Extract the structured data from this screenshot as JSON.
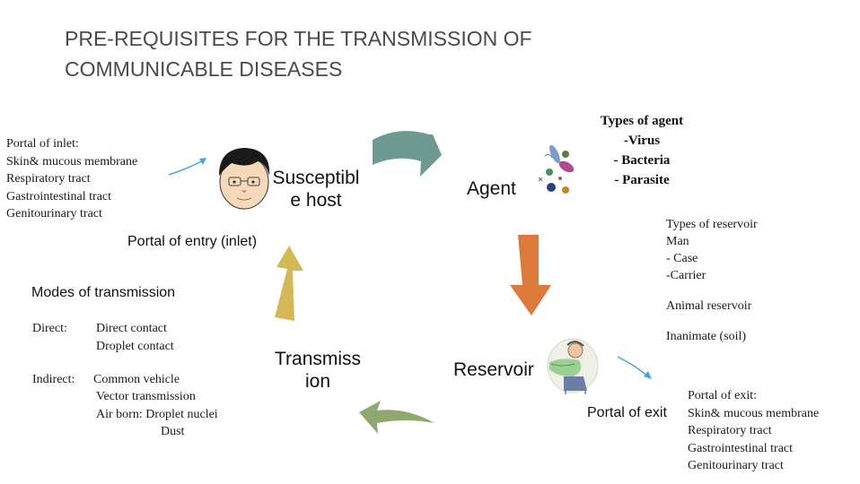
{
  "title": {
    "line1": "PRE-REQUISITES FOR THE TRANSMISSION OF",
    "line2": "COMMUNICABLE DISEASES"
  },
  "portal_inlet": {
    "heading": "Portal of inlet:",
    "items": [
      "Skin& mucous membrane",
      "Respiratory tract",
      "Gastrointestinal tract",
      "Genitourinary tract"
    ]
  },
  "nodes": {
    "host_line1": "Susceptibl",
    "host_line2": "e host",
    "agent": "Agent",
    "reservoir": "Reservoir",
    "transmission_line1": "Transmiss",
    "transmission_line2": "ion"
  },
  "agent_types": {
    "heading": "Types of agent",
    "items": [
      "-Virus",
      "- Bacteria",
      "- Parasite"
    ]
  },
  "reservoir_types": {
    "heading": "Types of reservoir",
    "items": [
      "Man",
      "- Case",
      "-Carrier"
    ],
    "animal": "Animal reservoir",
    "inanimate": "Inanimate (soil)"
  },
  "portal_entry": "Portal of entry (inlet)",
  "portal_exit_label": "Portal of exit",
  "portal_exit": {
    "heading": "Portal of exit:",
    "items": [
      "Skin& mucous membrane",
      "Respiratory tract",
      "Gastrointestinal tract",
      "Genitourinary tract"
    ]
  },
  "modes": {
    "heading": "Modes of transmission",
    "direct_label": "Direct:",
    "direct_items": [
      "Direct contact",
      "Droplet contact"
    ],
    "indirect_label": "Indirect:",
    "indirect_first": "Common vehicle",
    "indirect_items": [
      "Vector transmission",
      "Air born: Droplet nuclei",
      "Dust"
    ]
  },
  "colors": {
    "arrow_top": "#6f9a92",
    "arrow_right": "#dd7a3a",
    "arrow_bottom": "#8fa86f",
    "arrow_left": "#d4b856",
    "pointer": "#3fa7d6"
  },
  "icons": [
    "face-icon",
    "microbes-icon",
    "sick-person-icon"
  ]
}
